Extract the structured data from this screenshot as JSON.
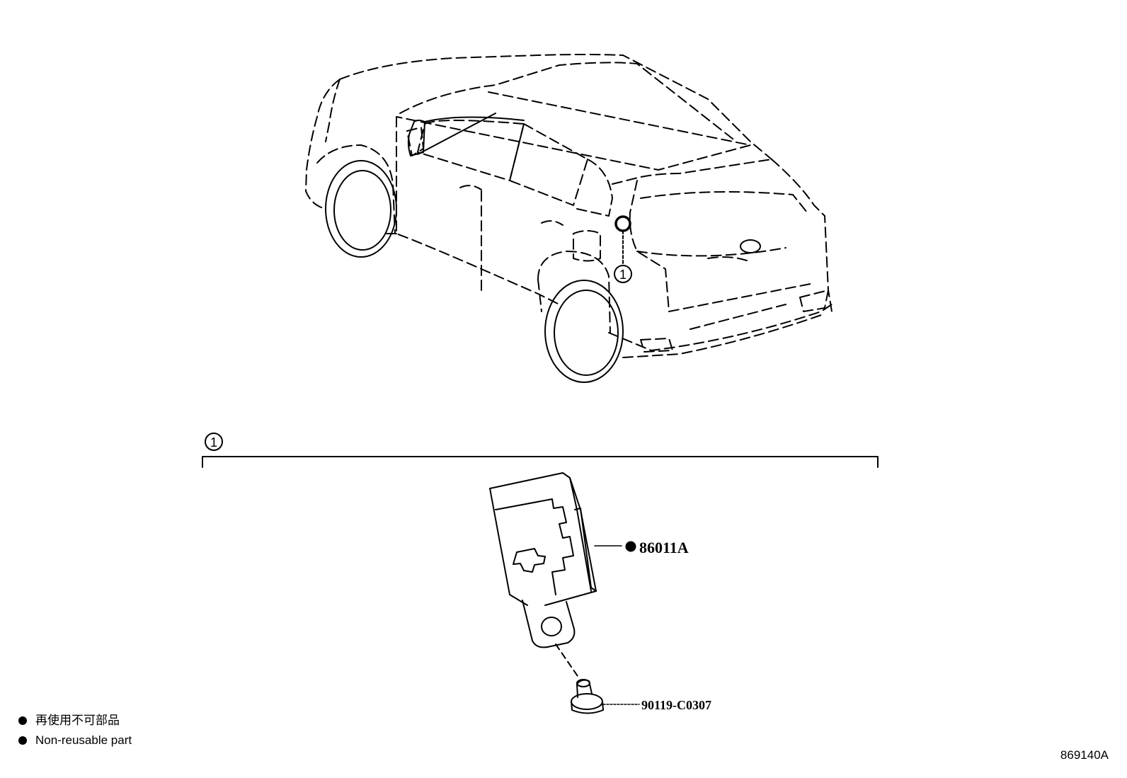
{
  "diagram": {
    "callout_number": "1",
    "detail_number": "1",
    "parts": [
      {
        "number": "86011A",
        "non_reusable": true
      },
      {
        "number": "90119-C0307",
        "non_reusable": false
      }
    ],
    "legend": [
      {
        "text": "再使用不可部品"
      },
      {
        "text": "Non-reusable part"
      }
    ],
    "drawing_code": "869140A"
  }
}
